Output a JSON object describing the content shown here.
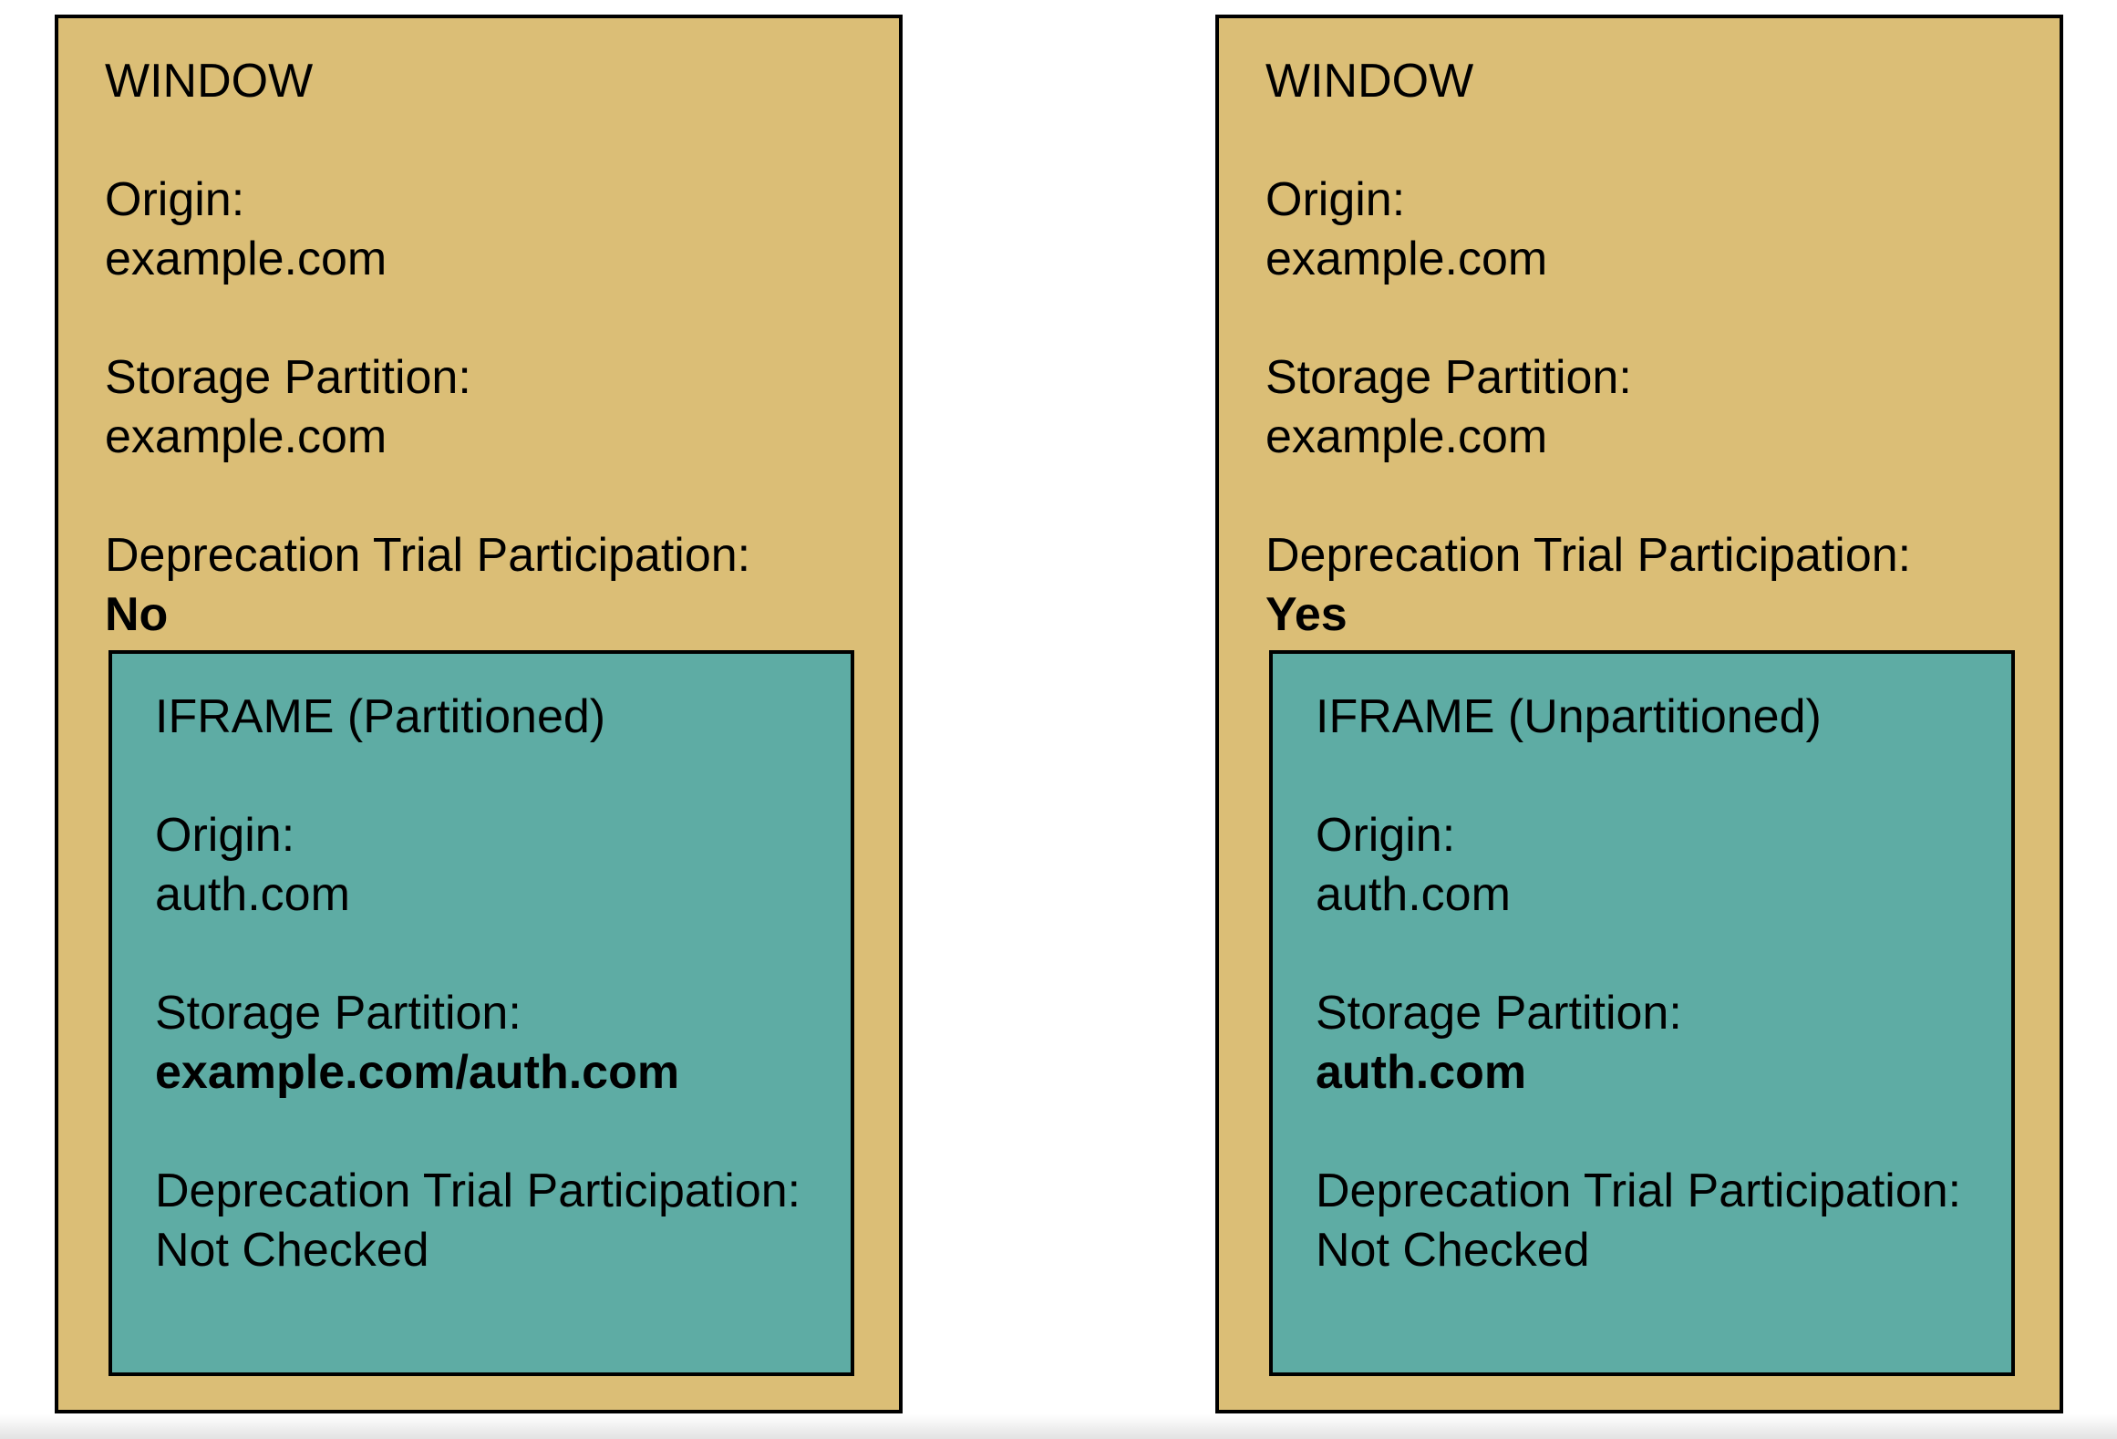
{
  "colors": {
    "window_bg": "#DBBE76",
    "iframe_bg": "#5EACA4",
    "border": "#000000"
  },
  "panels": [
    {
      "title": "WINDOW",
      "fields": [
        {
          "label": "Origin:",
          "value": "example.com",
          "value_bold": false
        },
        {
          "label": "Storage Partition:",
          "value": "example.com",
          "value_bold": false
        },
        {
          "label": "Deprecation Trial Participation:",
          "value": "No",
          "value_bold": true
        }
      ],
      "iframe": {
        "title": "IFRAME (Partitioned)",
        "fields": [
          {
            "label": "Origin:",
            "value": "auth.com",
            "value_bold": false
          },
          {
            "label": "Storage Partition:",
            "value": "example.com/auth.com",
            "value_bold": true
          },
          {
            "label": "Deprecation Trial Participation:",
            "value": "Not Checked",
            "value_bold": false
          }
        ]
      }
    },
    {
      "title": "WINDOW",
      "fields": [
        {
          "label": "Origin:",
          "value": "example.com",
          "value_bold": false
        },
        {
          "label": "Storage Partition:",
          "value": "example.com",
          "value_bold": false
        },
        {
          "label": "Deprecation Trial Participation:",
          "value": "Yes",
          "value_bold": true
        }
      ],
      "iframe": {
        "title": "IFRAME (Unpartitioned)",
        "fields": [
          {
            "label": "Origin:",
            "value": "auth.com",
            "value_bold": false
          },
          {
            "label": "Storage Partition:",
            "value": "auth.com",
            "value_bold": true
          },
          {
            "label": "Deprecation Trial Participation:",
            "value": "Not Checked",
            "value_bold": false
          }
        ]
      }
    }
  ]
}
